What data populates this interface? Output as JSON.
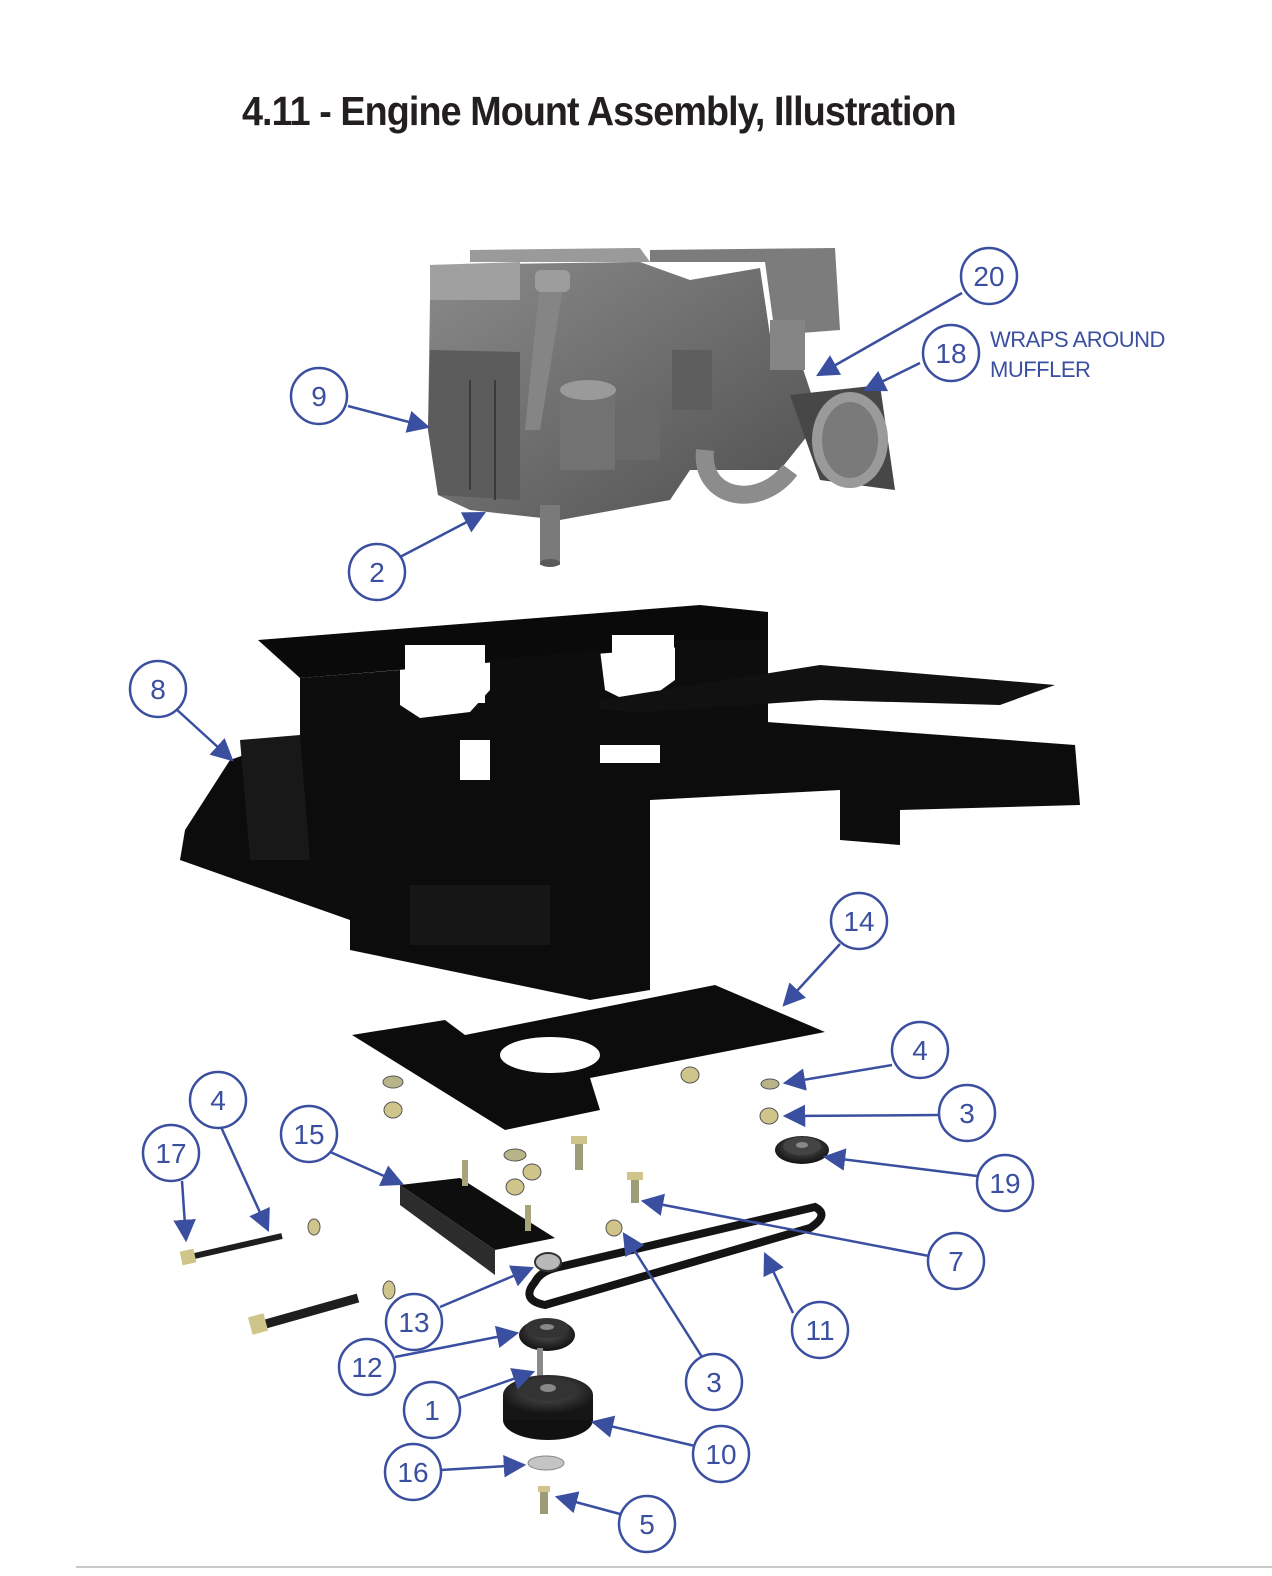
{
  "title": "4.11 - Engine Mount Assembly, Illustration",
  "colors": {
    "callout": "#3b4fa0",
    "frame": "#0a0a0a",
    "engine": "#6e6e6e",
    "title": "#231f20"
  },
  "note": {
    "line1": "WRAPS AROUND",
    "line2": "MUFFLER"
  },
  "callouts": [
    "20",
    "18",
    "9",
    "2",
    "8",
    "14",
    "4",
    "3",
    "19",
    "4",
    "17",
    "15",
    "7",
    "11",
    "13",
    "3",
    "12",
    "1",
    "10",
    "16",
    "5"
  ]
}
